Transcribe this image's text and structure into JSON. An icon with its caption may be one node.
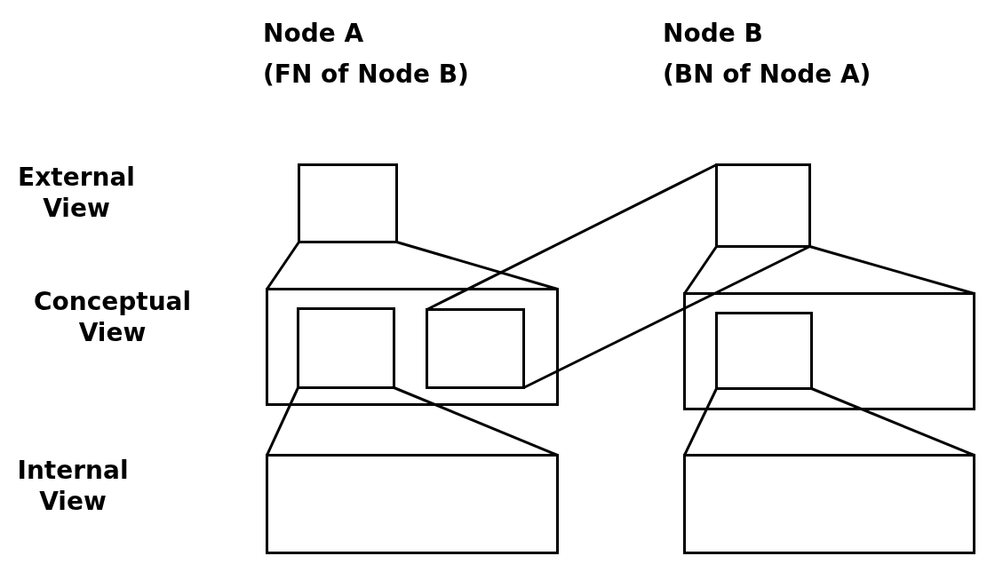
{
  "diagram": {
    "nodes": [
      {
        "text": [],
        "shape": "box"
      },
      {
        "text": [],
        "shape": "box"
      },
      {
        "text": [],
        "shape": "box",
        "in": 1
      },
      {
        "text": [],
        "shape": "box",
        "in": 1
      },
      {
        "text": [],
        "shape": "box"
      },
      {
        "text": [],
        "shape": "box"
      },
      {
        "text": [],
        "shape": "box"
      },
      {
        "text": [],
        "shape": "box",
        "in": 6
      },
      {
        "text": [],
        "shape": "box"
      }
    ],
    "edges": [
      {
        "from": 0,
        "to": 1,
        "arrow": "none"
      },
      {
        "from": 0,
        "to": 1,
        "arrow": "none"
      },
      {
        "from": 2,
        "to": 4,
        "arrow": "none"
      },
      {
        "from": 2,
        "to": 4,
        "arrow": "none"
      },
      {
        "from": 3,
        "to": 5,
        "arrow": "none"
      },
      {
        "from": 3,
        "to": 5,
        "arrow": "none"
      },
      {
        "from": 5,
        "to": 6,
        "arrow": "none"
      },
      {
        "from": 5,
        "to": 6,
        "arrow": "none"
      },
      {
        "from": 7,
        "to": 8,
        "arrow": "none"
      },
      {
        "from": 7,
        "to": 8,
        "arrow": "none"
      }
    ],
    "labels": [
      "Node A",
      "(FN of Node B)",
      "Node B",
      "(BN of Node A)",
      "External View",
      "Conceptual View",
      "Internal View"
    ]
  }
}
